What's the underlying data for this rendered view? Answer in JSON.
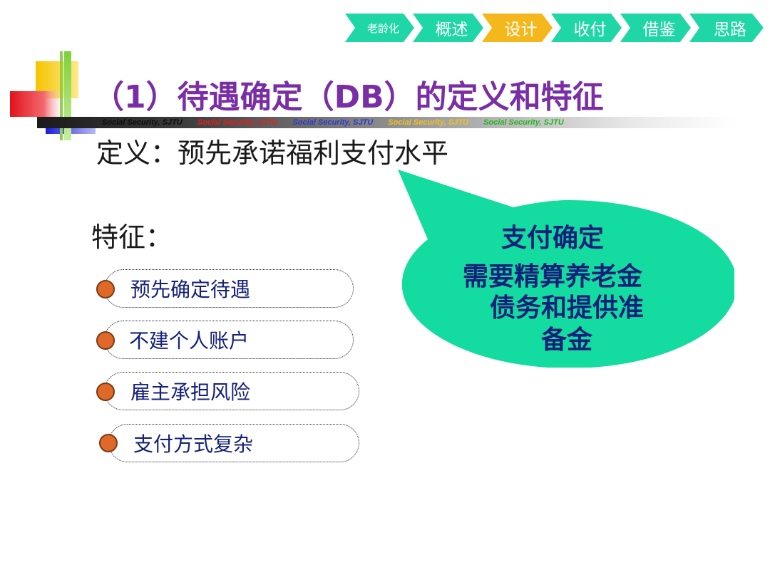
{
  "nav": {
    "items": [
      {
        "label": "老龄化",
        "active": false
      },
      {
        "label": "概述",
        "active": false
      },
      {
        "label": "设计",
        "active": true
      },
      {
        "label": "收付",
        "active": false
      },
      {
        "label": "借鉴",
        "active": false
      },
      {
        "label": "思路",
        "active": false
      }
    ],
    "colors": {
      "normal": "#1fd6a6",
      "active": "#f5b81c"
    }
  },
  "title": "（1）待遇确定（DB）的定义和特征",
  "banner": {
    "items": [
      {
        "text": "Social Security,  SJTU",
        "color": "#0d0d0d"
      },
      {
        "text": "Social Security,  SJTU",
        "color": "#e0201b"
      },
      {
        "text": "Social Security,  SJTU",
        "color": "#2a3ad2"
      },
      {
        "text": "Social Security,  SJTU",
        "color": "#f2c11a"
      },
      {
        "text": "Social Security,  SJTU",
        "color": "#22b61e"
      }
    ]
  },
  "definition": "定义：预先承诺福利支付水平",
  "features": {
    "label": "特征：",
    "items": [
      "预先确定待遇",
      "不建个人账户",
      "雇主承担风险",
      "支付方式复杂"
    ]
  },
  "bubble": {
    "color": "#14dba0",
    "lines": [
      "支付确定",
      "需要精算养老金",
      "债务和提供准",
      "备金"
    ]
  }
}
